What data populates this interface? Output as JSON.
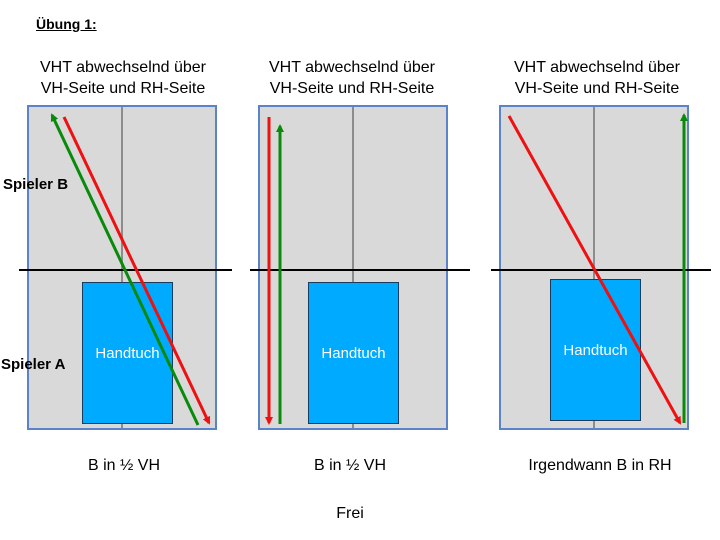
{
  "title": "Übung 1:",
  "exercises": [
    {
      "heading_line1": "VHT abwechselnd über",
      "heading_line2": "VH-Seite und RH-Seite",
      "caption": "B in ½ VH",
      "towel_label": "Handtuch"
    },
    {
      "heading_line1": "VHT abwechselnd über",
      "heading_line2": "VH-Seite und RH-Seite",
      "caption": "B in ½ VH",
      "towel_label": "Handtuch"
    },
    {
      "heading_line1": "VHT abwechselnd über",
      "heading_line2": "VH-Seite und RH-Seite",
      "caption": "Irgendwann B in RH",
      "towel_label": "Handtuch"
    }
  ],
  "players": {
    "b": "Spieler B",
    "a": "Spieler A"
  },
  "footer": "Frei",
  "colors": {
    "table": "#d9d9d9",
    "border": "#5a83c9",
    "towel": "#00aaff",
    "arrow_red": "#ee1111",
    "arrow_green": "#0a8a0a"
  }
}
